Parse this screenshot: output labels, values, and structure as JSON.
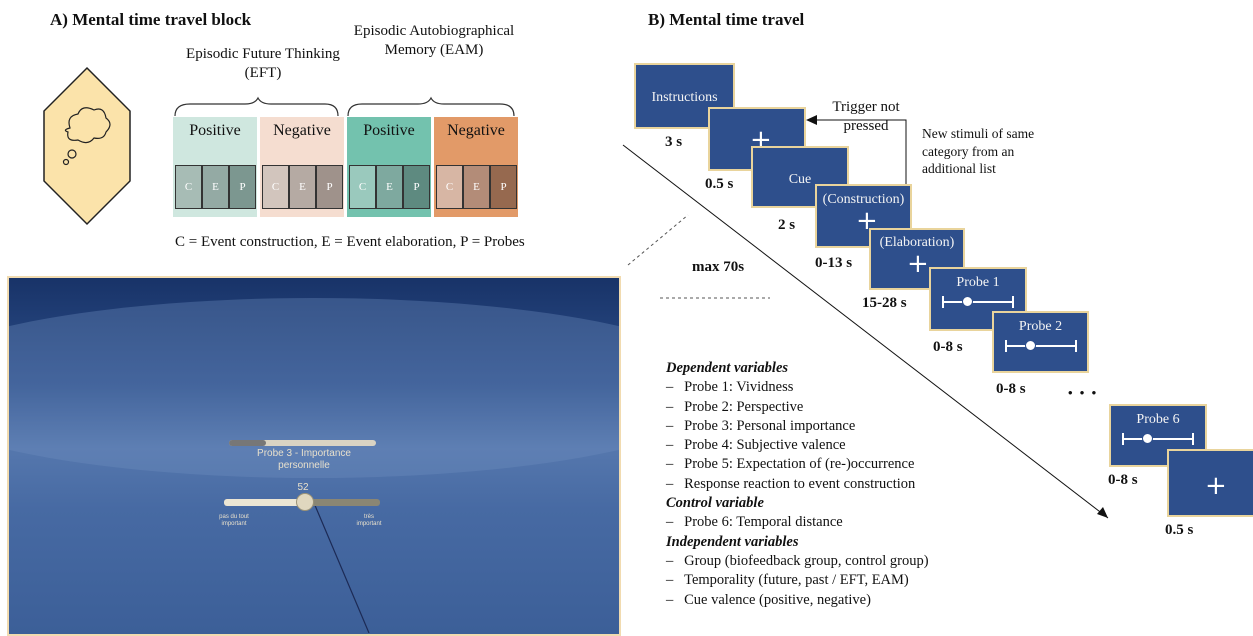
{
  "panel_a": {
    "heading": "A) Mental time travel block",
    "eft_label": "Episodic Future Thinking (EFT)",
    "eam_label": "Episodic Autobiographical Memory (EAM)",
    "categories": [
      {
        "label": "Positive",
        "bg": "#cfe7df",
        "segs": [
          "#a7bcb5",
          "#94aaa4",
          "#7c9790"
        ]
      },
      {
        "label": "Negative",
        "bg": "#f5ddd0",
        "segs": [
          "#d2c5bd",
          "#b5aaa3",
          "#9f928b"
        ]
      },
      {
        "label": "Positive",
        "bg": "#73c2ae",
        "segs": [
          "#9ac9bd",
          "#7ea99f",
          "#5e8a80"
        ]
      },
      {
        "label": "Negative",
        "bg": "#e29a68",
        "segs": [
          "#d7b6a4",
          "#b38c78",
          "#96694f"
        ]
      }
    ],
    "seg_letters": [
      "C",
      "E",
      "P"
    ],
    "legend": "C = Event construction, E = Event elaboration, P = Probes"
  },
  "vr_screen": {
    "probe_title_line1": "Probe 3 - Importance",
    "probe_title_line2": "personnelle",
    "slider_value": "52",
    "slider_fraction": 0.52,
    "left_anchor_line1": "pas du tout",
    "left_anchor_line2": "important",
    "right_anchor_line1": "très",
    "right_anchor_line2": "important"
  },
  "panel_b": {
    "heading": "B) Mental time travel",
    "screens": {
      "instructions": "Instructions",
      "cue": "Cue",
      "construction": "(Construction)",
      "elaboration": "(Elaboration)",
      "probe1": "Probe 1",
      "probe2": "Probe 2",
      "probe6": "Probe 6"
    },
    "cross_symbol": "+",
    "durations": {
      "instructions": "3 s",
      "fixation1": "0.5 s",
      "cue": "2 s",
      "construction": "0-13 s",
      "elaboration": "15-28 s",
      "probe1": "0-8 s",
      "probe2": "0-8 s",
      "probe6": "0-8 s",
      "fixation2": "0.5 s",
      "max": "max 70s"
    },
    "ellipsis": "• • •",
    "trigger_line1": "Trigger not",
    "trigger_line2": "pressed",
    "new_stimuli": [
      "New stimuli of same",
      "category from an",
      "additional list"
    ],
    "dependent_title": "Dependent variables",
    "dependent_items": [
      "Probe 1: Vividness",
      "Probe 2: Perspective",
      "Probe 3: Personal importance",
      "Probe 4: Subjective valence",
      "Probe 5: Expectation of (re-)occurrence",
      "Response reaction to event construction"
    ],
    "control_title": "Control variable",
    "control_items": [
      "Probe 6: Temporal distance"
    ],
    "independent_title": "Independent variables",
    "independent_items": [
      "Group (biofeedback group, control group)",
      "Temporality (future, past / EFT, EAM)",
      "Cue valence (positive, negative)"
    ],
    "dash": "–"
  },
  "colors": {
    "screen_blue": "#2e4f8c",
    "screen_border": "#e9d49c",
    "hexagon_fill": "#fbe3aa"
  }
}
